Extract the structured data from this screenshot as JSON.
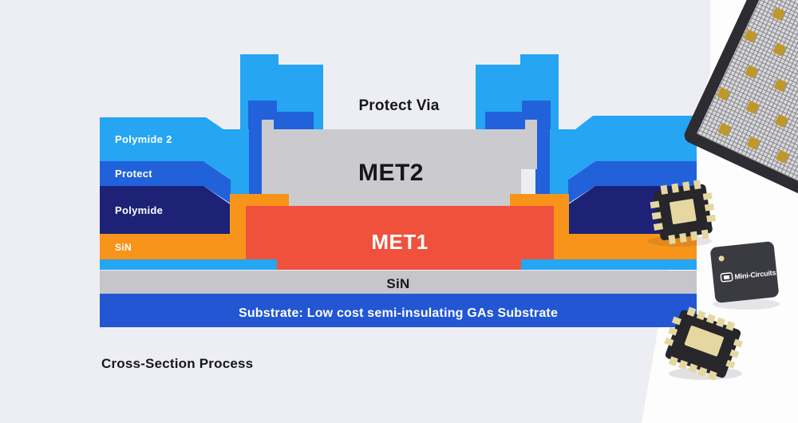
{
  "diagram": {
    "caption": "Cross-Section Process",
    "labels": {
      "polymide2": "Polymide 2",
      "protect": "Protect",
      "polymide": "Polymide",
      "sin_left": "SiN",
      "protect_via": "Protect Via",
      "met2": "MET2",
      "met1": "MET1",
      "sin_bar": "SiN",
      "substrate": "Substrate: Low cost semi-insulating GAs Substrate"
    }
  },
  "chips": {
    "tray": {
      "name": "chip-carrier-tray",
      "pad_grid": "diagonal-lattice"
    },
    "qfn_top": {
      "name": "qfn-package-bottom-view",
      "pads_top": 4,
      "pads_bottom": 4,
      "pads_left": 3,
      "pads_right": 3
    },
    "mini_circuits": {
      "name": "mini-circuits-package",
      "logo_text": "Mini-Circuits"
    },
    "qfn_bottom": {
      "name": "qfn-package-bottom-view-2",
      "pads_top": 5,
      "pads_bottom": 5,
      "pads_left": 3,
      "pads_right": 3
    }
  },
  "colors": {
    "bg": "#EDEEF3",
    "panel_white": "#FDFDFE",
    "light_blue": "#25A5F2",
    "protect_blue": "#2162DB",
    "navy": "#1D2277",
    "orange": "#F8941A",
    "met1_red": "#F0513D",
    "met2_gray": "#CBCBCF",
    "sin_gray": "#C6C6CA",
    "substrate_blue": "#2256D3",
    "text_dark": "#17171B",
    "text_light": "#FFFFFF",
    "tray_body": "#2C2C31",
    "tray_mesh": "#D9D9DC",
    "tray_grid": "#84848A",
    "gold": "#BE982C",
    "qfn_body": "#26262B",
    "qfn_pad": "#E6D7A0",
    "mc_body": "#3A3A41",
    "shadow": "#3A3A45"
  }
}
